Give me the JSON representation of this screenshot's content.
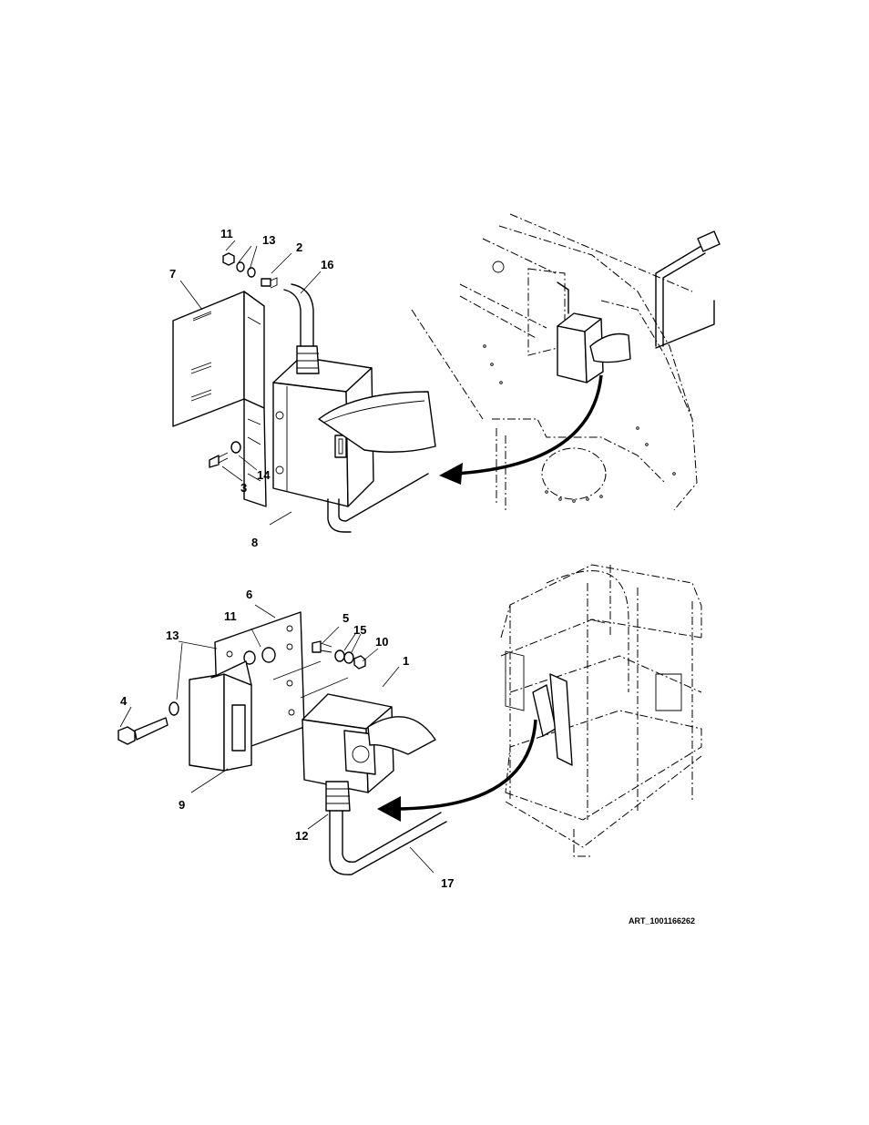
{
  "figure": {
    "art_id": "ART_1001166262",
    "top_callouts": [
      "11",
      "13",
      "2",
      "16",
      "7",
      "14",
      "3",
      "8"
    ],
    "bottom_callouts": [
      "6",
      "11",
      "5",
      "15",
      "10",
      "13",
      "1",
      "4",
      "9",
      "12",
      "17"
    ]
  }
}
